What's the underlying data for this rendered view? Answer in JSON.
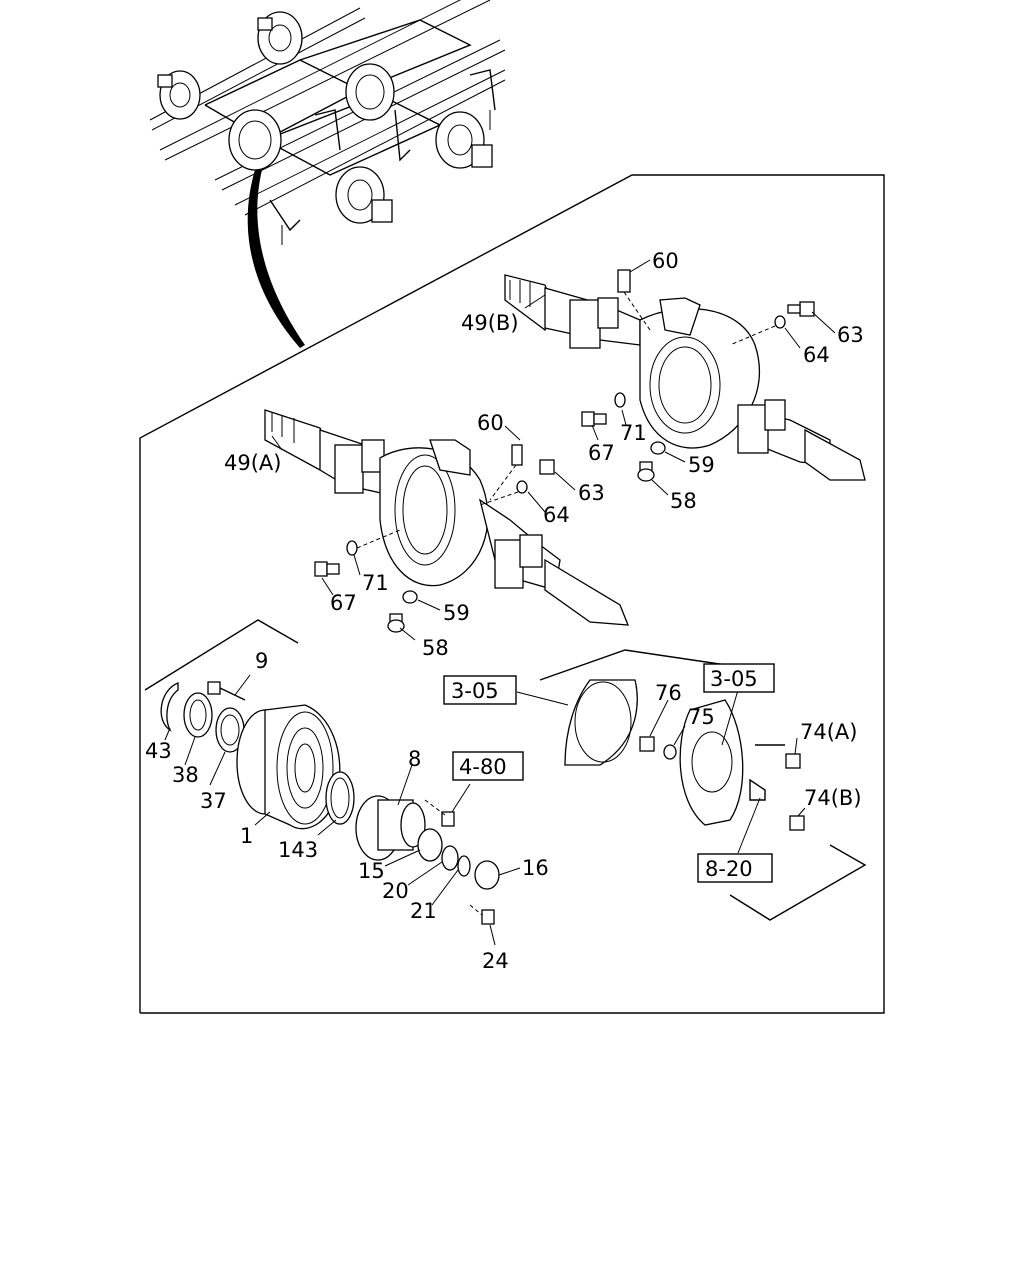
{
  "labels": {
    "p60a": "60",
    "p49b": "49(B)",
    "p63a": "63",
    "p64a": "64",
    "p71a": "71",
    "p67a": "67",
    "p59a": "59",
    "p58a": "58",
    "p60b": "60",
    "p49a": "49(A)",
    "p63b": "63",
    "p64b": "64",
    "p71b": "71",
    "p67b": "67",
    "p59b": "59",
    "p58b": "58",
    "p9": "9",
    "p43": "43",
    "p38": "38",
    "p37": "37",
    "p1": "1",
    "p143": "143",
    "p8": "8",
    "p15": "15",
    "p20": "20",
    "p21": "21",
    "p24": "24",
    "p16": "16",
    "p76": "76",
    "p75": "75",
    "p74a": "74(A)",
    "p74b": "74(B)"
  },
  "refs": {
    "r305a": "3-05",
    "r305b": "3-05",
    "r480": "4-80",
    "r820": "8-20"
  }
}
